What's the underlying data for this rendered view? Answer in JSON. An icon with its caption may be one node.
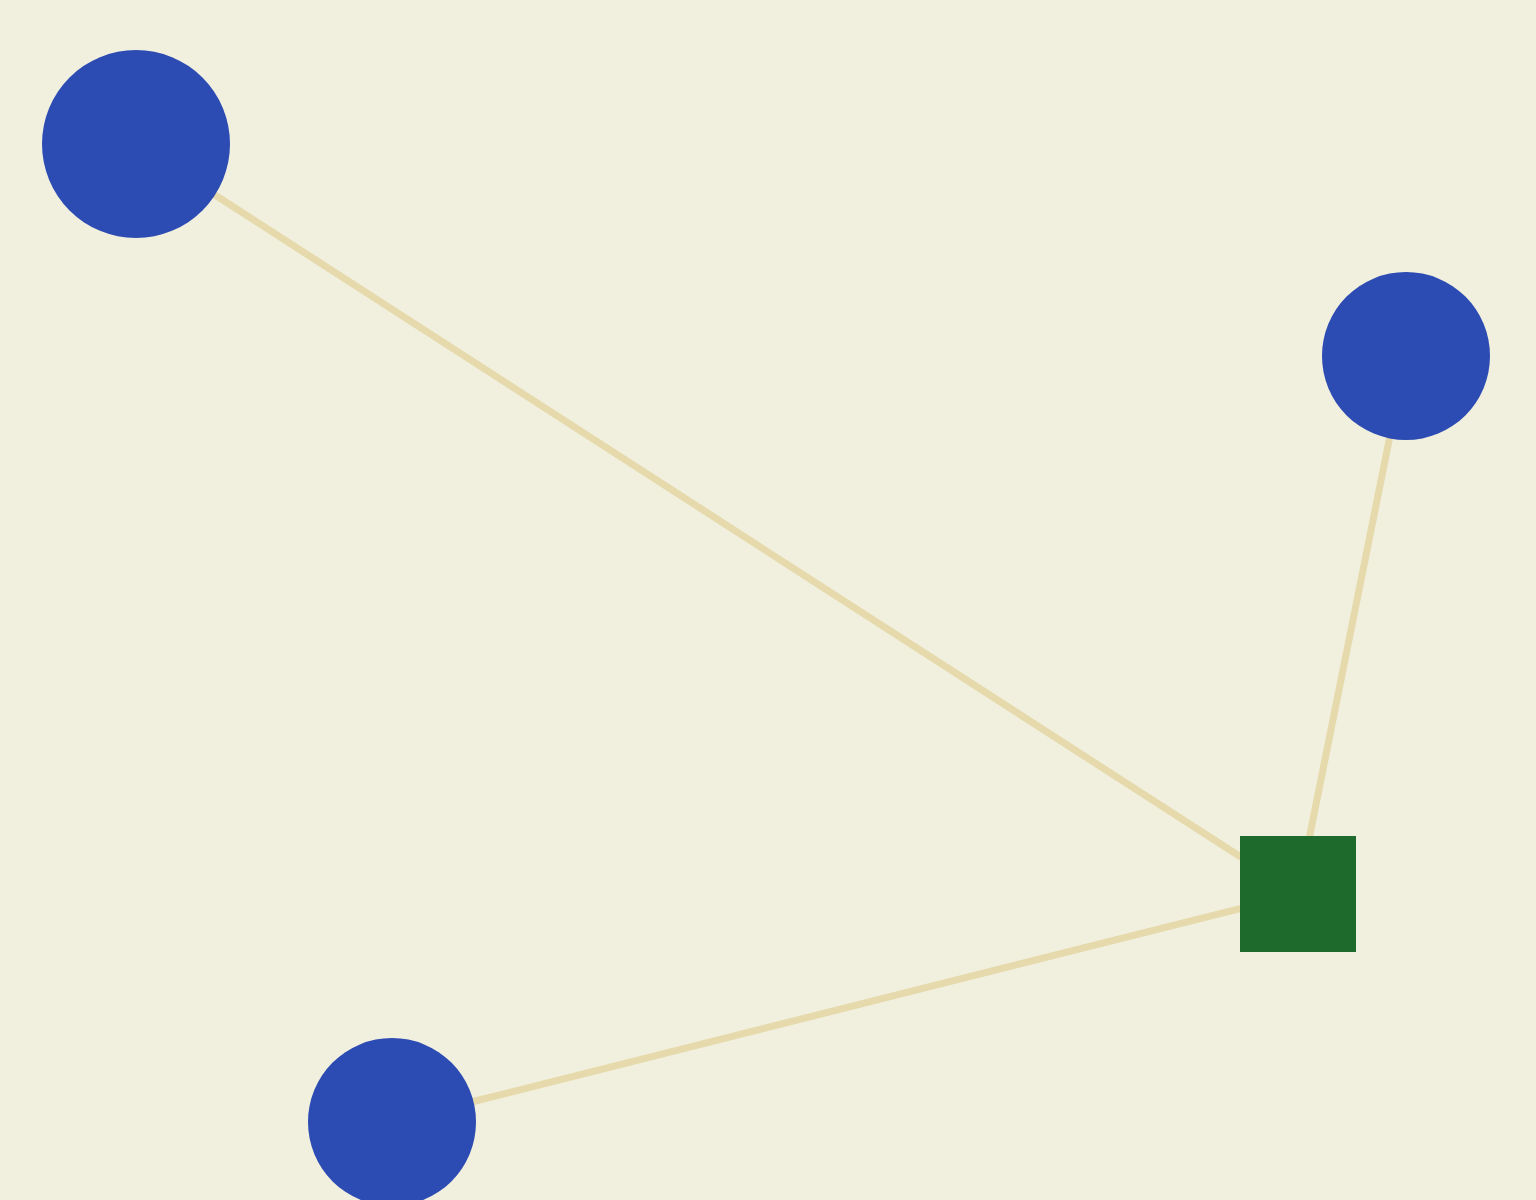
{
  "diagram": {
    "nodes": [
      {
        "text": [],
        "shape": "circle"
      },
      {
        "text": [],
        "shape": "circle"
      },
      {
        "text": [],
        "shape": "circle"
      },
      {
        "text": [],
        "shape": "box"
      }
    ],
    "edges": [
      {
        "from": 0,
        "to": 3,
        "arrow": "none"
      },
      {
        "from": 1,
        "to": 3,
        "arrow": "none"
      },
      {
        "from": 2,
        "to": 3,
        "arrow": "none"
      }
    ]
  }
}
